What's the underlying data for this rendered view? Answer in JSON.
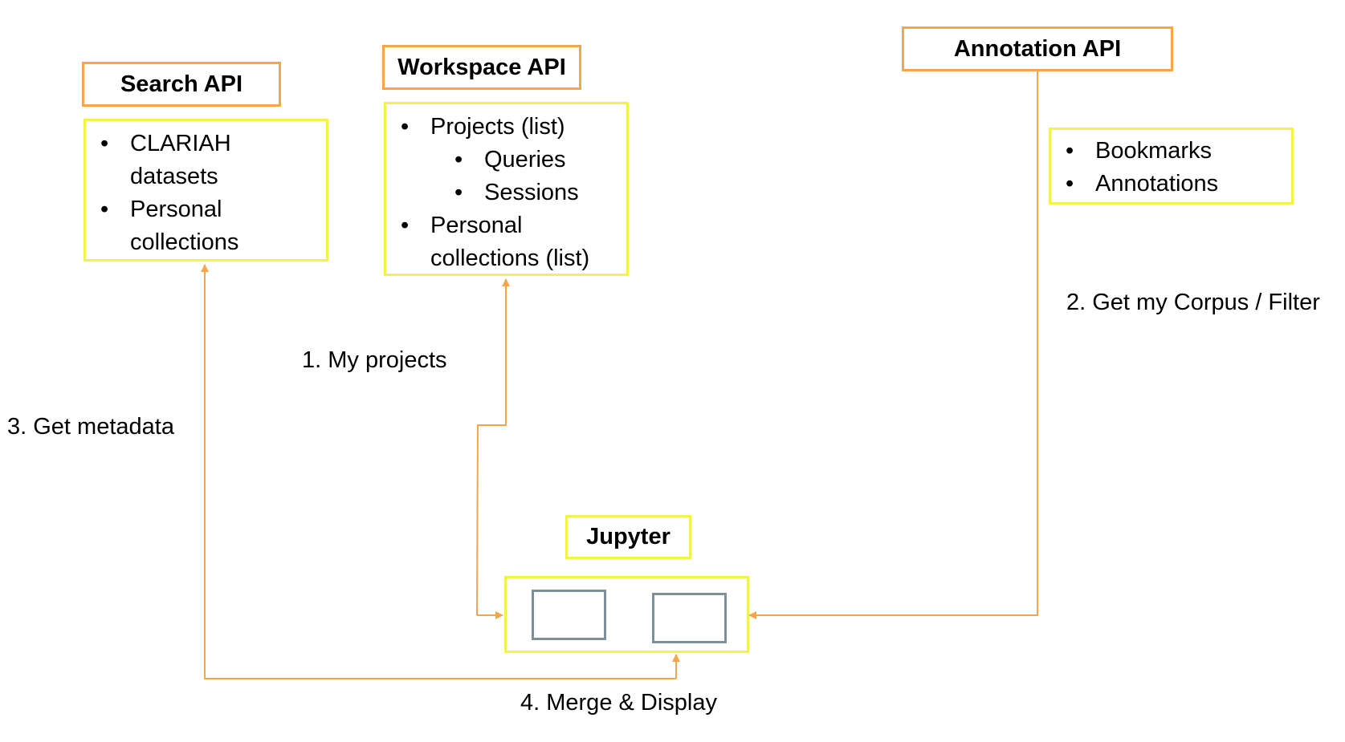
{
  "nodes": {
    "search_api": {
      "title": "Search API",
      "items": [
        "CLARIAH datasets",
        "Personal collections"
      ]
    },
    "workspace_api": {
      "title": "Workspace API",
      "items": [
        {
          "label": "Projects (list)",
          "children": [
            "Queries",
            "Sessions"
          ]
        },
        {
          "label": "Personal collections (list)"
        }
      ]
    },
    "annotation_api": {
      "title": "Annotation API",
      "items": [
        "Bookmarks",
        "Annotations"
      ]
    },
    "jupyter": {
      "title": "Jupyter"
    }
  },
  "edges": [
    {
      "label": "1. My projects",
      "from": "workspace_api",
      "to": "jupyter"
    },
    {
      "label": "2. Get my Corpus / Filter",
      "from": "annotation_api",
      "to": "jupyter"
    },
    {
      "label": "3. Get metadata",
      "from": "search_api",
      "to": "jupyter"
    },
    {
      "label": "4. Merge & Display",
      "from": "jupyter",
      "to": "search_api"
    }
  ],
  "colors": {
    "title_border": "#f7a54a",
    "list_border": "#f2f24a",
    "arrow": "#f7a54a",
    "inner_rect": "#7d8f99"
  }
}
